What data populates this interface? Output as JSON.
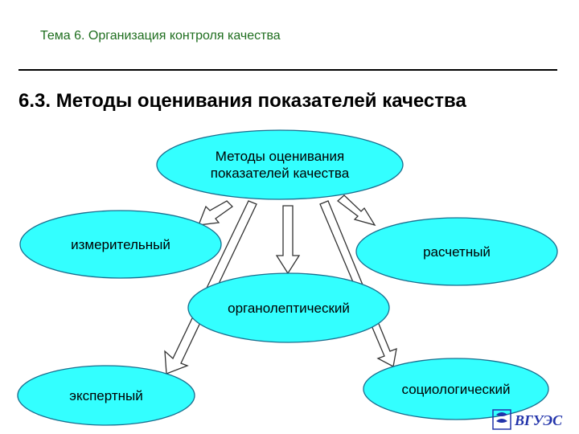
{
  "header": {
    "topic": "Тема 6. Организация контроля качества",
    "title": "6.3. Методы оценивания показателей качества"
  },
  "diagram": {
    "center": "Методы оценивания показателей качества",
    "nodes": {
      "measuring": "измерительный",
      "calculation": "расчетный",
      "organoleptic": "органолептический",
      "expert": "экспертный",
      "sociological": "социологический"
    },
    "colors": {
      "node_fill": "#33ffff",
      "node_stroke": "#1a6e8e",
      "arrow_fill": "#ffffff",
      "arrow_stroke": "#333333"
    }
  },
  "logo": {
    "text": "ВГУЭС",
    "colors": {
      "emblem": "#2233aa",
      "text": "#2233aa"
    }
  }
}
